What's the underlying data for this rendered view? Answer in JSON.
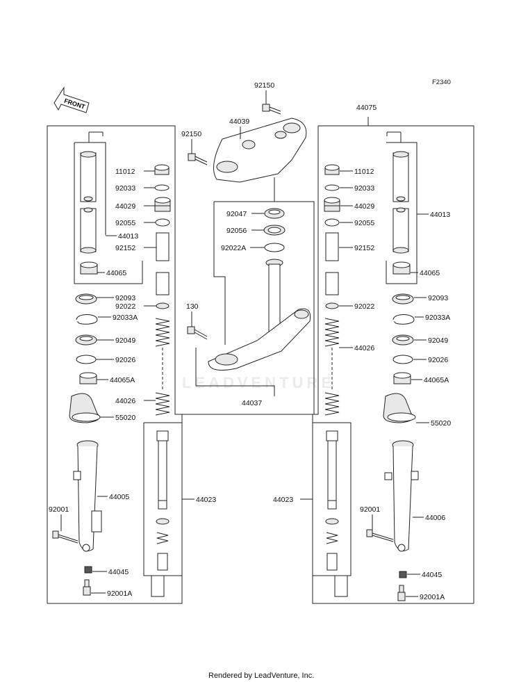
{
  "diagram_code": "F2340",
  "front_label": "FRONT",
  "watermark": "LEADVENTURE",
  "footer": "Rendered by LeadVenture, Inc.",
  "center": {
    "bolt_top": "92150",
    "bolt_left": "92150",
    "upper_bracket": "44039",
    "p92047": "92047",
    "p92056": "92056",
    "p92022A": "92022A",
    "bolt_130": "130",
    "stem": "44037"
  },
  "left": {
    "p11012": "11012",
    "p92033": "92033",
    "p44029": "44029",
    "p92055": "92055",
    "p44013": "44013",
    "p92152": "92152",
    "p44065": "44065",
    "p92093": "92093",
    "p92022": "92022",
    "p92033A": "92033A",
    "p92049": "92049",
    "p92026": "92026",
    "p44065A": "44065A",
    "p44026": "44026",
    "p55020": "55020",
    "p44005": "44005",
    "p92001": "92001",
    "p44045": "44045",
    "p92001A": "92001A",
    "p44023": "44023"
  },
  "right": {
    "assembly": "44075",
    "p11012": "11012",
    "p92033": "92033",
    "p44029": "44029",
    "p92055": "92055",
    "p44013": "44013",
    "p92152": "92152",
    "p44065": "44065",
    "p92093": "92093",
    "p92022": "92022",
    "p92033A": "92033A",
    "p92049": "92049",
    "p92026": "92026",
    "p44065A": "44065A",
    "p44026": "44026",
    "p55020": "55020",
    "p44006": "44006",
    "p92001": "92001",
    "p44045": "44045",
    "p92001A": "92001A",
    "p44023": "44023"
  }
}
